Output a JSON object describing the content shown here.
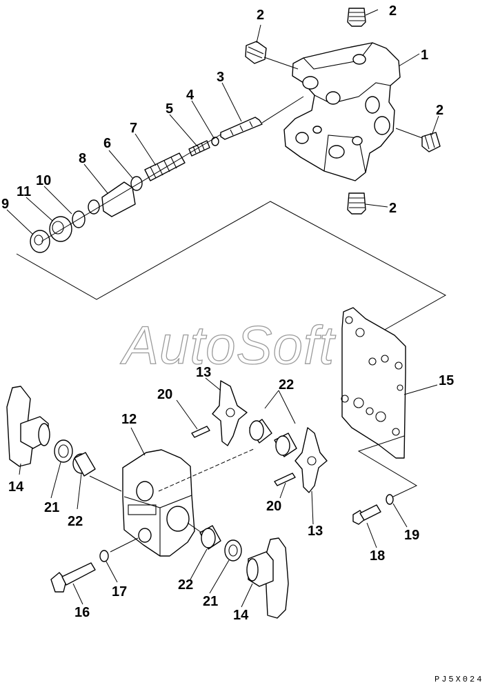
{
  "watermark": "AutoSoft",
  "drawing_code": "PJ5X024",
  "callouts": [
    {
      "id": "c1a",
      "label": "2"
    },
    {
      "id": "c1b",
      "label": "2"
    },
    {
      "id": "c1c",
      "label": "1"
    },
    {
      "id": "c1d",
      "label": "3"
    },
    {
      "id": "c1e",
      "label": "4"
    },
    {
      "id": "c1f",
      "label": "5"
    },
    {
      "id": "c1g",
      "label": "2"
    },
    {
      "id": "c1h",
      "label": "7"
    },
    {
      "id": "c1i",
      "label": "6"
    },
    {
      "id": "c1j",
      "label": "8"
    },
    {
      "id": "c1k",
      "label": "10"
    },
    {
      "id": "c1l",
      "label": "11"
    },
    {
      "id": "c1m",
      "label": "9"
    },
    {
      "id": "c1n",
      "label": "2"
    },
    {
      "id": "c1o",
      "label": "15"
    },
    {
      "id": "c1p",
      "label": "13"
    },
    {
      "id": "c1q",
      "label": "22"
    },
    {
      "id": "c1r",
      "label": "20"
    },
    {
      "id": "c1s",
      "label": "12"
    },
    {
      "id": "c1t",
      "label": "14"
    },
    {
      "id": "c1u",
      "label": "21"
    },
    {
      "id": "c1v",
      "label": "22"
    },
    {
      "id": "c1w",
      "label": "20"
    },
    {
      "id": "c1x",
      "label": "13"
    },
    {
      "id": "c1y",
      "label": "19"
    },
    {
      "id": "c1z",
      "label": "18"
    },
    {
      "id": "c2a",
      "label": "17"
    },
    {
      "id": "c2b",
      "label": "16"
    },
    {
      "id": "c2c",
      "label": "22"
    },
    {
      "id": "c2d",
      "label": "21"
    },
    {
      "id": "c2e",
      "label": "14"
    }
  ]
}
